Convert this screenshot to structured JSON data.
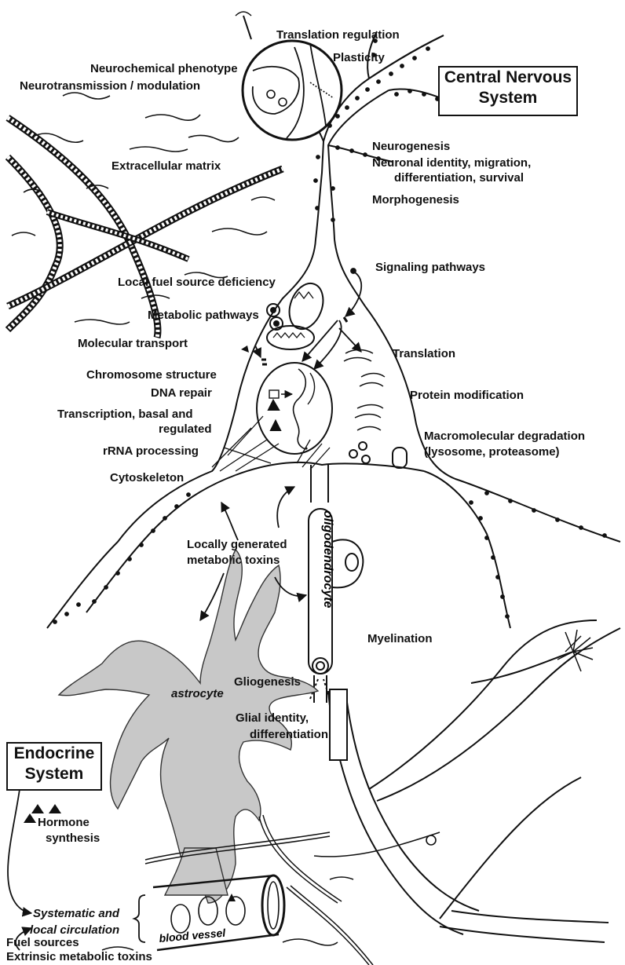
{
  "boxes": {
    "cns": [
      "Central Nervous",
      "System"
    ],
    "endocrine": [
      "Endocrine",
      "System"
    ]
  },
  "labels": {
    "translation_regulation": "Translation regulation",
    "plasticity": "Plasticity",
    "neurochemical_phenotype": "Neurochemical phenotype",
    "neurotransmission": "Neurotransmission / modulation",
    "extracellular_matrix": "Extracellular matrix",
    "neurogenesis": "Neurogenesis",
    "neuronal_identity": [
      "Neuronal identity, migration,",
      "differentiation, survival"
    ],
    "morphogenesis": "Morphogenesis",
    "local_fuel": "Local fuel source deficiency",
    "signaling": "Signaling pathways",
    "metabolic_pathways": "Metabolic pathways",
    "molecular_transport": "Molecular transport",
    "translation": "Translation",
    "chromosome_structure": "Chromosome structure",
    "dna_repair": "DNA repair",
    "protein_modification": "Protein modification",
    "transcription": [
      "Transcription, basal and",
      "regulated"
    ],
    "macromolecular": [
      "Macromolecular degradation",
      "(lysosome, proteasome)"
    ],
    "rrna": "rRNA processing",
    "cytoskeleton": "Cytoskeleton",
    "toxins": [
      "Locally generated",
      "metabolic toxins"
    ],
    "oligodendrocyte": "oligodendrocyte",
    "myelination": "Myelination",
    "gliogenesis": "Gliogenesis",
    "astrocyte": "astrocyte",
    "glial_identity": [
      "Glial identity,",
      "differentiation"
    ],
    "hormone": [
      "Hormone",
      "synthesis"
    ],
    "circulation": [
      "Systematic and",
      "local circulation"
    ],
    "blood_vessel": "blood vessel",
    "fuel_sources": "Fuel sources",
    "extrinsic_toxins": "Extrinsic metabolic toxins"
  }
}
